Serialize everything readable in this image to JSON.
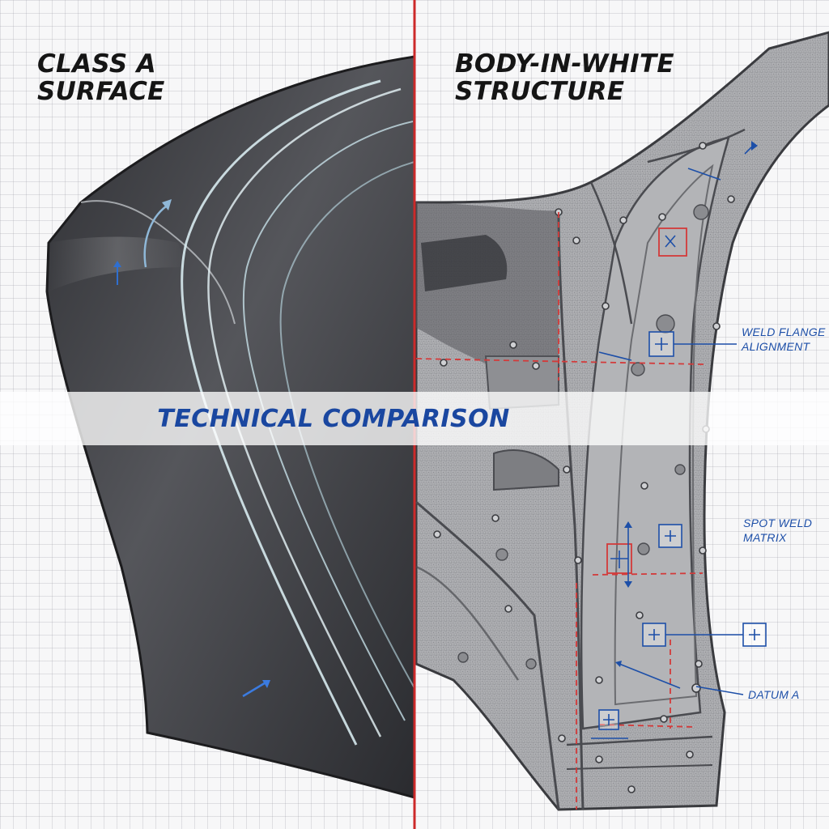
{
  "left_panel": {
    "heading_line1": "CLASS A",
    "heading_line2": "SURFACE"
  },
  "right_panel": {
    "heading_line1": "BODY-IN-WHITE",
    "heading_line2": "STRUCTURE"
  },
  "banner": {
    "title": "TECHNICAL COMPARISON"
  },
  "callouts": {
    "weld_flange": {
      "line1": "WELD FLANGE",
      "line2": "ALIGNMENT"
    },
    "spot_weld": {
      "line1": "SPOT WELD",
      "line2": "MATRIX"
    },
    "datum": {
      "line1": "DATUM A"
    }
  },
  "colors": {
    "divider": "#cc2a2a",
    "annotation_blue": "#1d4fa8",
    "annotation_red": "#d33a3a",
    "panel_dark": "#3b3c41",
    "steel": "#a4a5a8"
  }
}
